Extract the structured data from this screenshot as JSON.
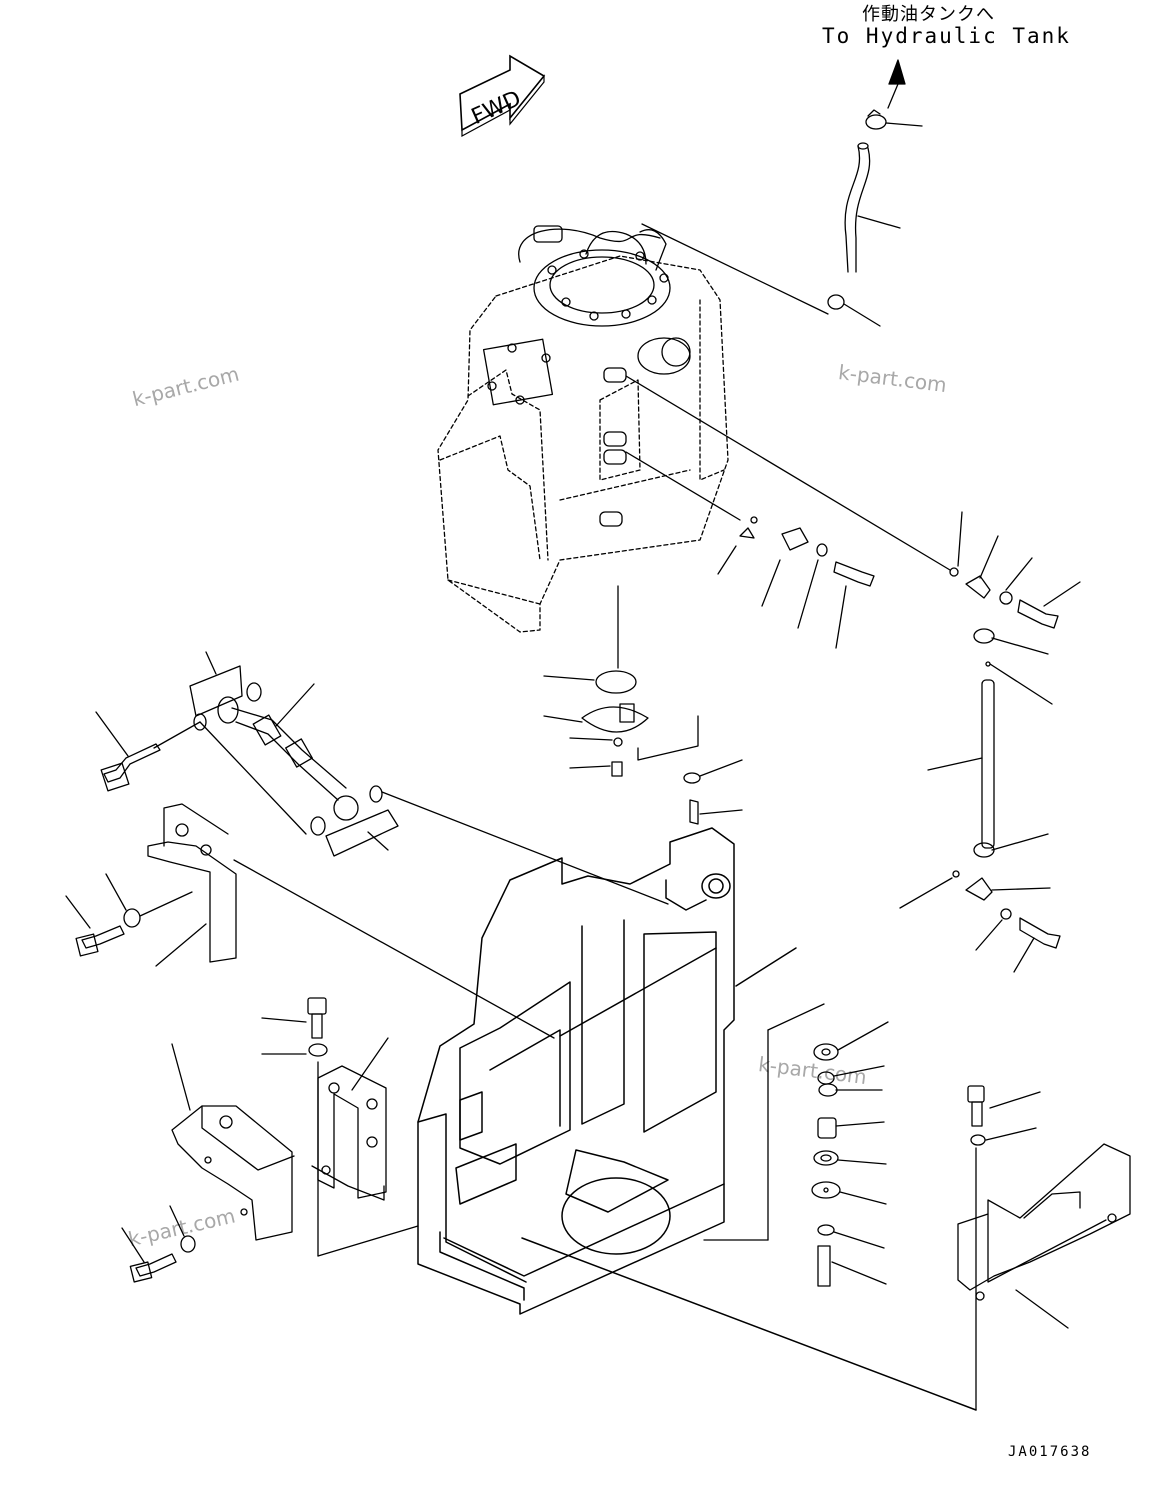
{
  "header": {
    "label_ja": "作動油タンクへ",
    "label_en": "To Hydraulic Tank"
  },
  "fwd_marker": {
    "text": "FWD"
  },
  "watermarks": [
    "k-part.com",
    "k-part.com",
    "k-part.com",
    "k-part.com"
  ],
  "drawing_id": "JA017638",
  "colors": {
    "line": "#000000",
    "watermark": "#a8a8a8",
    "background": "#ffffff"
  },
  "icons": {
    "fwd": "fwd-arrow-icon",
    "flow": "flow-arrow-icon"
  }
}
